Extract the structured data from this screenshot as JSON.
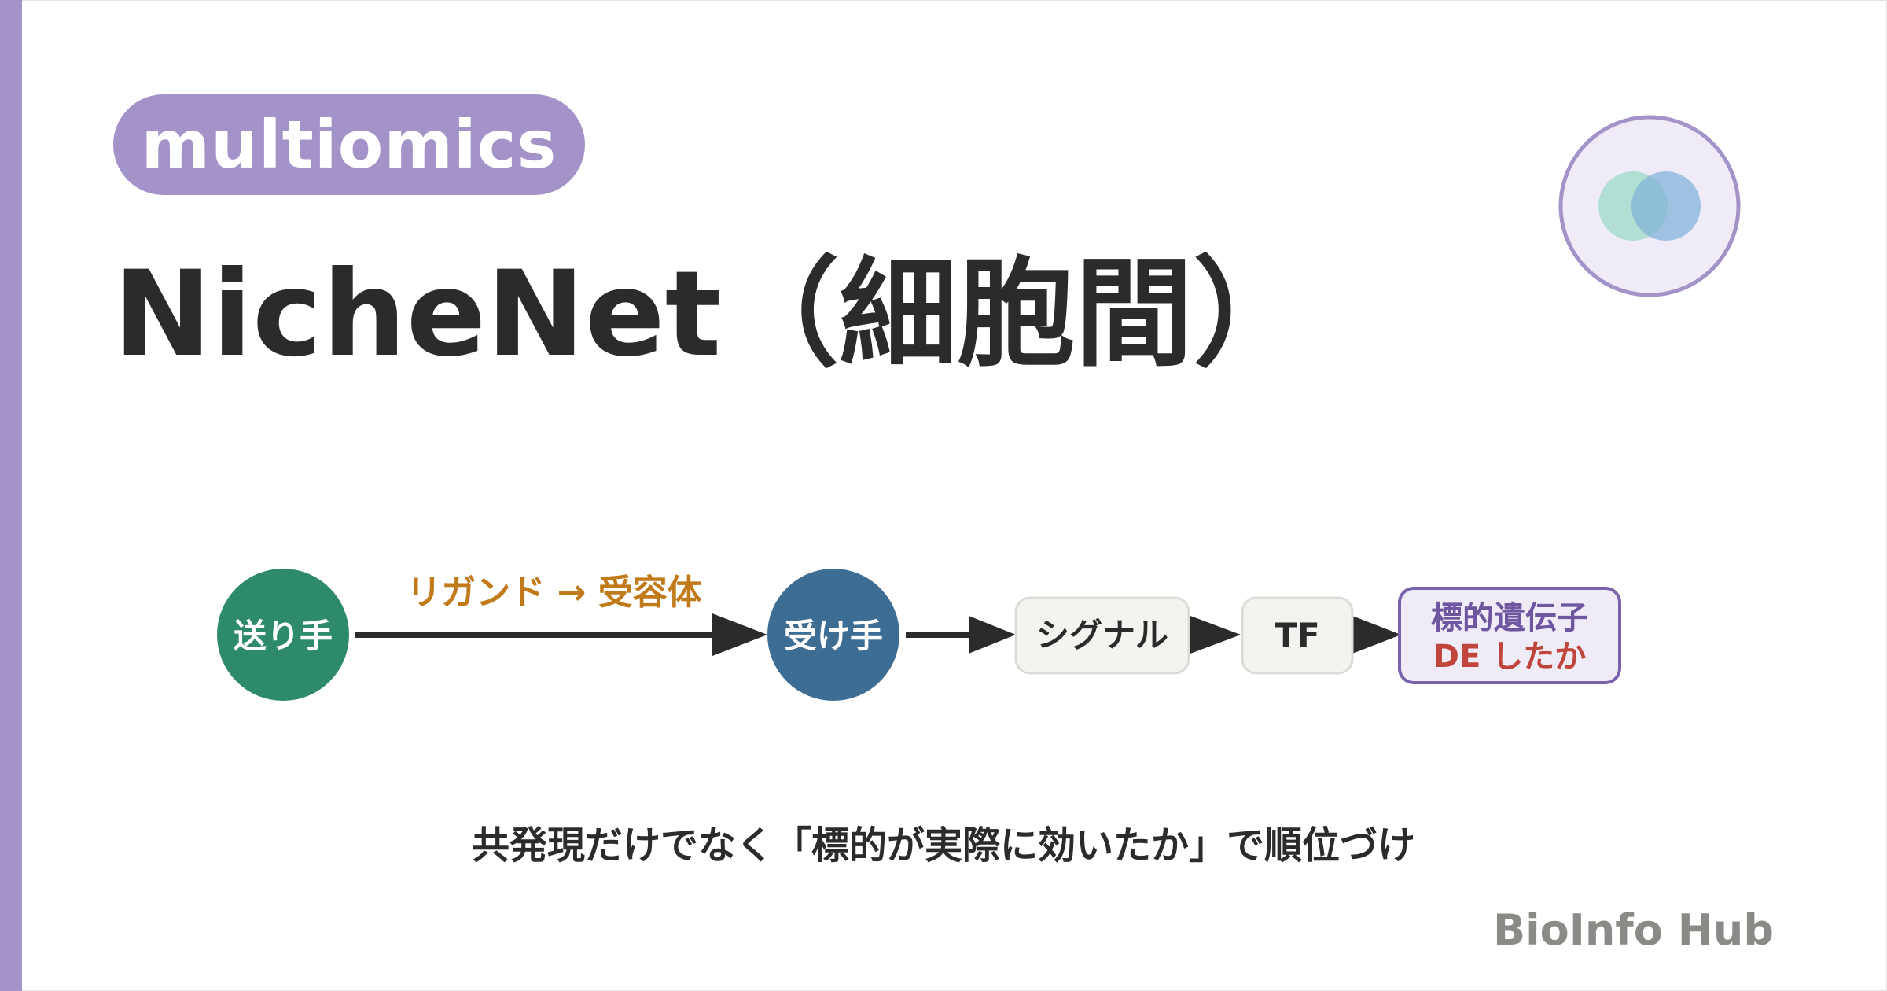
{
  "tag": "multiomics",
  "title": "NicheNet（細胞間）",
  "colors": {
    "accent": "#a493c9",
    "sender": "#2e8b6a",
    "receiver": "#3e6d94",
    "ligand_label": "#c07a1a",
    "de_text": "#c0453d",
    "target_text": "#6f56a1",
    "text_dark": "#2b2b2b",
    "brand_text": "#8a8a86"
  },
  "logo": {
    "icon": "overlapping-circles-icon"
  },
  "flow": {
    "sender": "送り手",
    "edge_label": "リガンド → 受容体",
    "receiver": "受け手",
    "signal": "シグナル",
    "tf": "TF",
    "target_line1": "標的遺伝子",
    "target_line2": "DE したか"
  },
  "caption": "共発現だけでなく「標的が実際に効いたか」で順位づけ",
  "brand": "BioInfo Hub"
}
